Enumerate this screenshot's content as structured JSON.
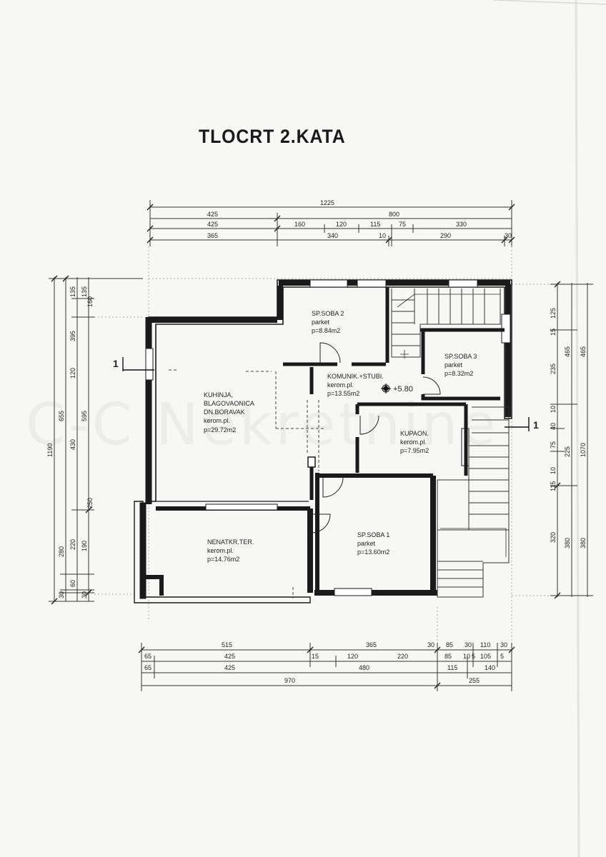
{
  "title": "TLOCRT 2.KATA",
  "watermark": "C-C Nekretnine",
  "rooms": {
    "kitchen": {
      "line1": "KUHINJA,",
      "line2": "BLAGOVAONICA",
      "line3": "DN.BORAVAK",
      "floor": "kerom.pl.",
      "area": "p=29.72m2"
    },
    "bedroom2": {
      "name": "SP.SOBA 2",
      "floor": "parket",
      "area": "p=8.84m2"
    },
    "bedroom3": {
      "name": "SP.SOBA 3",
      "floor": "parket",
      "area": "p=8.32m2"
    },
    "hall": {
      "name": "KOMUNIK.+STUBI.",
      "floor": "kerom.pl.",
      "area": "p=13.55m2"
    },
    "bathroom": {
      "name": "KUPAON.",
      "floor": "kerom.pl.",
      "area": "p=7.95m2"
    },
    "bedroom1": {
      "name": "SP.SOBA 1",
      "floor": "parket",
      "area": "p=13.60m2"
    },
    "terrace": {
      "name": "NENATKR.TER.",
      "floor": "kerom.pl.",
      "area": "p=14.76m2"
    }
  },
  "level": "+5.80",
  "section_marks": {
    "left": "1",
    "right": "1"
  },
  "dims_top": {
    "row1": [
      "1225"
    ],
    "row2": [
      "425",
      "800"
    ],
    "row3": [
      "425",
      "160",
      "120",
      "115",
      "75",
      "330"
    ],
    "row4": [
      "365",
      "340",
      "10",
      "290",
      "30"
    ]
  },
  "dims_bottom": {
    "row1": [
      "515",
      "365",
      "30",
      "85",
      "30",
      "110",
      "30"
    ],
    "row2": [
      "65",
      "425",
      "15",
      "120",
      "220",
      "85",
      "10",
      "5",
      "105",
      "5"
    ],
    "row3": [
      "65",
      "425",
      "480",
      "115",
      "140"
    ],
    "row4": [
      "970",
      "255"
    ]
  },
  "dims_left": {
    "outer": [
      "1190"
    ],
    "mid": [
      "655",
      "430",
      "280",
      "30"
    ],
    "inner": [
      "135",
      "395",
      "120",
      "595",
      "220",
      "60",
      "190",
      "30"
    ],
    "innermost": [
      "135",
      "160",
      "250"
    ]
  },
  "dims_right": {
    "r1": [
      "125",
      "15",
      "235",
      "10",
      "40",
      "75",
      "10",
      "115",
      "320"
    ],
    "r2": [
      "465",
      "225",
      "380"
    ],
    "r3": [
      "465",
      "1070",
      "380"
    ]
  }
}
